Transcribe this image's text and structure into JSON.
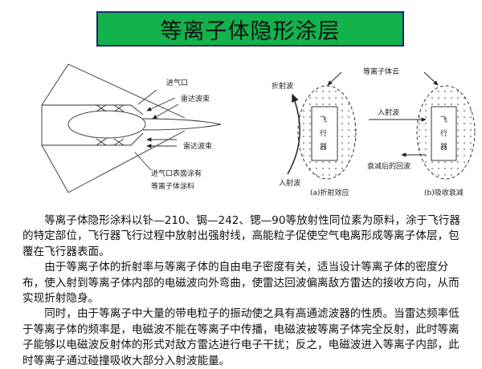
{
  "title": "等离子体隐形涂层",
  "colors": {
    "title_bg": "#12b24c",
    "title_border": "#1a2a6c"
  },
  "figure_left": {
    "labels": {
      "inlet": "进气口",
      "radar_beam_top": "雷达波束",
      "radar_beam_bottom": "雷达波束",
      "coating_line1": "进气口表面涂有",
      "coating_line2": "等离子体涂料"
    }
  },
  "figure_right": {
    "plasma_cloud": "等离子体云",
    "a": {
      "refracted": "折射波",
      "incident": "入射波",
      "aircraft": [
        "飞",
        "行",
        "器"
      ],
      "caption": "(a)折射效应"
    },
    "b": {
      "incident": "入射波",
      "attenuated_echo": "衰减后的回波",
      "aircraft": [
        "飞",
        "行",
        "器"
      ],
      "caption": "(b)吸收衰减"
    }
  },
  "paragraphs": [
    "等离子体隐形涂料以钋—210、锔—242、锶—90等放射性同位素为原料，涂于飞行器的特定部位，飞行器飞行过程中放射出强射线，高能粒子促使空气电离形成等离子体层，包覆在飞行器表面。",
    "由于等离子体的折射率与等离子体的自由电子密度有关，适当设计等离子体的密度分布，使入射到等离子体内部的电磁波向外弯曲，使雷达回波偏离敌方雷达的接收方向，从而实现折射隐身。",
    "同时，由于等离子中大量的带电粒子的振动使之具有高通滤波器的性质。当雷达频率低于等离子体的频率是，电磁波不能在等离子中传播，电磁波被等离子体完全反射，此时等离子能够以电磁波反射体的形式对敌方雷达进行电子干扰；反之，电磁波进入等离子内部，此时等离子通过碰撞吸收大部分入射波能量。"
  ]
}
